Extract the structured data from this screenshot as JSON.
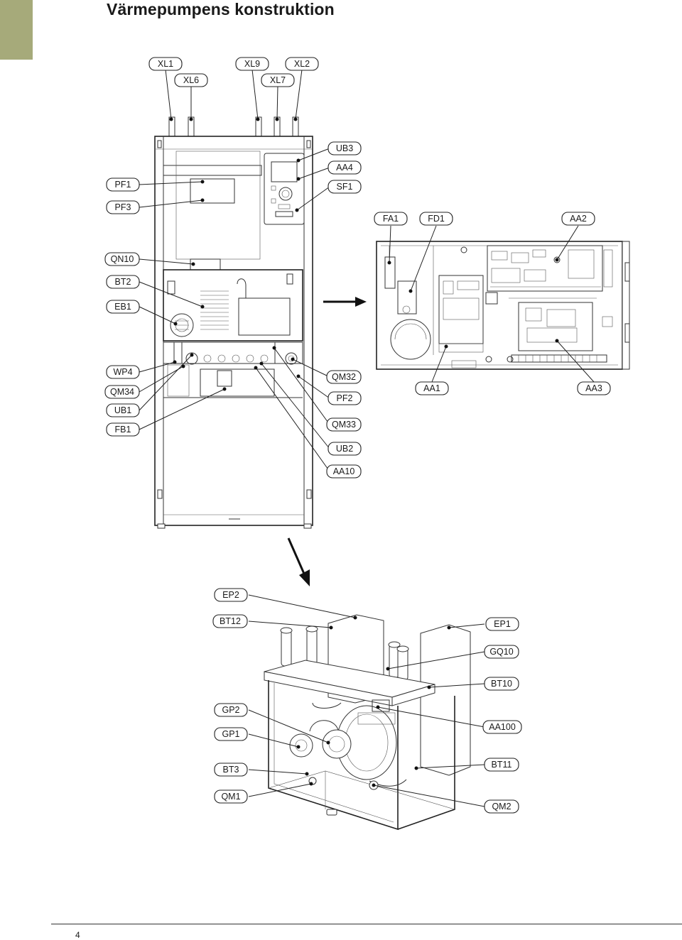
{
  "page": {
    "title": "Värmepumpens konstruktion",
    "page_number": "4",
    "tab_color": "#a6aa7a"
  },
  "labels": {
    "XL1": "XL1",
    "XL6": "XL6",
    "XL9": "XL9",
    "XL7": "XL7",
    "XL2": "XL2",
    "UB3": "UB3",
    "AA4": "AA4",
    "SF1": "SF1",
    "PF1": "PF1",
    "PF3": "PF3",
    "FA1": "FA1",
    "FD1": "FD1",
    "AA2": "AA2",
    "QN10": "QN10",
    "BT2": "BT2",
    "EB1": "EB1",
    "WP4": "WP4",
    "QM34": "QM34",
    "UB1": "UB1",
    "FB1": "FB1",
    "QM32": "QM32",
    "PF2": "PF2",
    "QM33": "QM33",
    "UB2": "UB2",
    "AA10": "AA10",
    "AA1": "AA1",
    "AA3": "AA3",
    "EP2": "EP2",
    "BT12": "BT12",
    "EP1": "EP1",
    "GQ10": "GQ10",
    "BT10": "BT10",
    "GP2": "GP2",
    "GP1": "GP1",
    "AA100": "AA100",
    "BT3": "BT3",
    "BT11": "BT11",
    "QM1": "QM1",
    "QM2": "QM2"
  }
}
